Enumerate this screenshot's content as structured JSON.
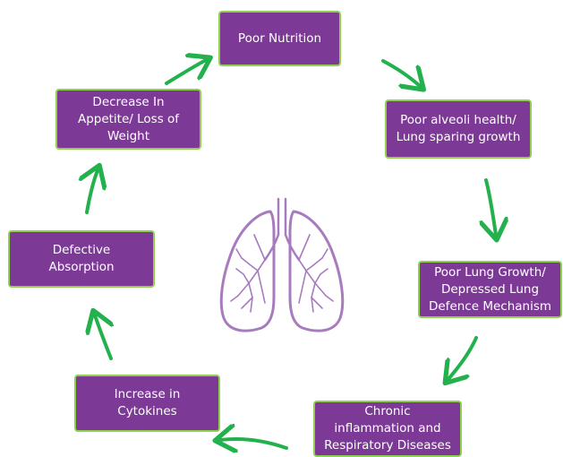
{
  "diagram": {
    "nodes": [
      {
        "id": "n1",
        "label": "Poor Nutrition"
      },
      {
        "id": "n2",
        "label": "Poor alveoli health/\nLung sparing growth"
      },
      {
        "id": "n3",
        "label": "Poor Lung Growth/\nDepressed Lung\nDefence Mechanism"
      },
      {
        "id": "n4",
        "label": "Chronic\ninflammation and\nRespiratory Diseases"
      },
      {
        "id": "n5",
        "label": "Increase in\nCytokines"
      },
      {
        "id": "n6",
        "label": "Defective\nAbsorption"
      },
      {
        "id": "n7",
        "label": "Decrease In\nAppetite/ Loss of\nWeight"
      }
    ],
    "edges": [
      {
        "from": "n1",
        "to": "n2"
      },
      {
        "from": "n2",
        "to": "n3"
      },
      {
        "from": "n3",
        "to": "n4"
      },
      {
        "from": "n4",
        "to": "n5"
      },
      {
        "from": "n5",
        "to": "n6"
      },
      {
        "from": "n6",
        "to": "n7"
      },
      {
        "from": "n7",
        "to": "n1"
      }
    ],
    "center_icon": "lungs-icon",
    "colors": {
      "node_fill": "#7c3a96",
      "node_border": "#8fd14f",
      "arrow": "#22b14c",
      "lungs": "#a87bbf"
    }
  }
}
